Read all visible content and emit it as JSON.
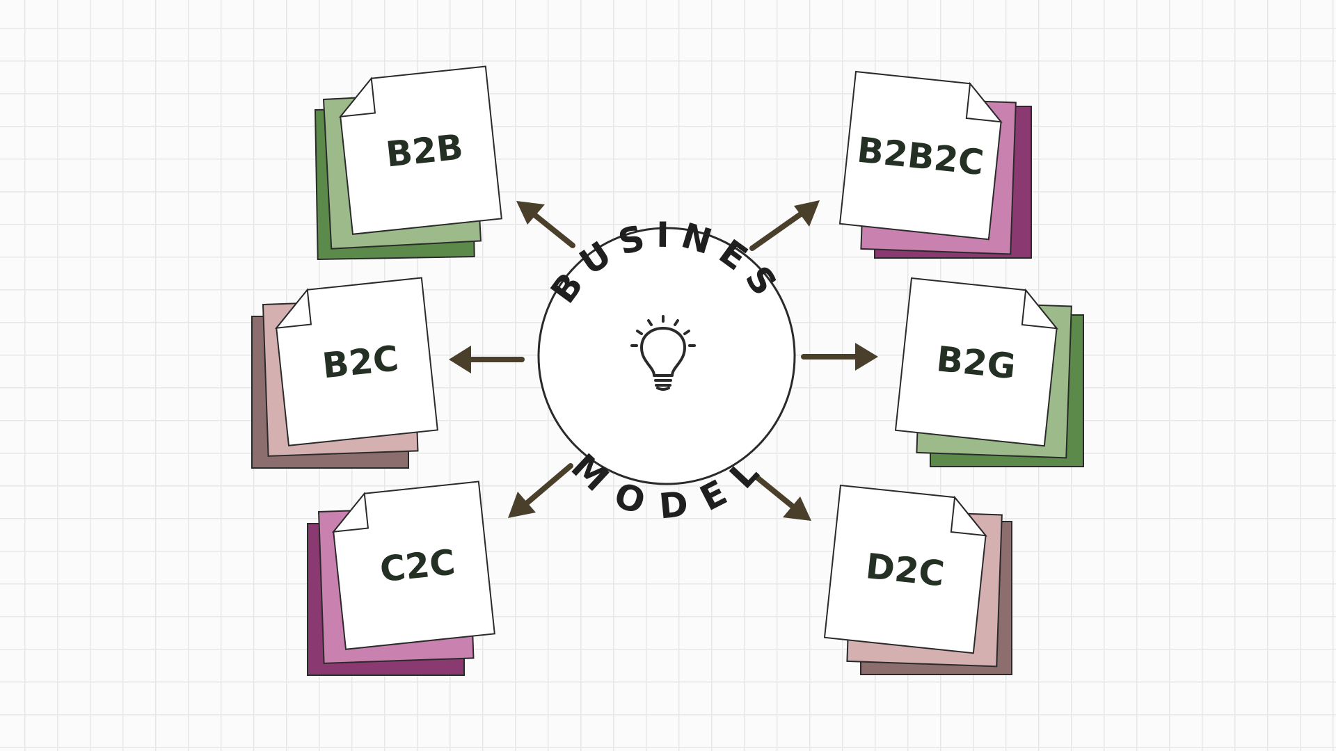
{
  "center": {
    "title_top": "BUSINES",
    "title_bottom": "MODEL",
    "icon": "lightbulb-icon"
  },
  "notes": [
    {
      "id": "b2b",
      "label": "B2B",
      "colors": [
        "#5b8a4a",
        "#9cba8a"
      ]
    },
    {
      "id": "b2c",
      "label": "B2C",
      "colors": [
        "#8d6e6e",
        "#d4b0b0"
      ]
    },
    {
      "id": "c2c",
      "label": "C2C",
      "colors": [
        "#8a3a70",
        "#c981b0"
      ]
    },
    {
      "id": "b2b2c",
      "label": "B2B2C",
      "colors": [
        "#8a3a70",
        "#c981b0"
      ]
    },
    {
      "id": "b2g",
      "label": "B2G",
      "colors": [
        "#5b8a4a",
        "#9cba8a"
      ]
    },
    {
      "id": "d2c",
      "label": "D2C",
      "colors": [
        "#8d6e6e",
        "#d4b0b0"
      ]
    }
  ],
  "colors": {
    "arrow": "#4a3f2a",
    "outline": "#2a2a2a",
    "paper": "#ffffff"
  }
}
